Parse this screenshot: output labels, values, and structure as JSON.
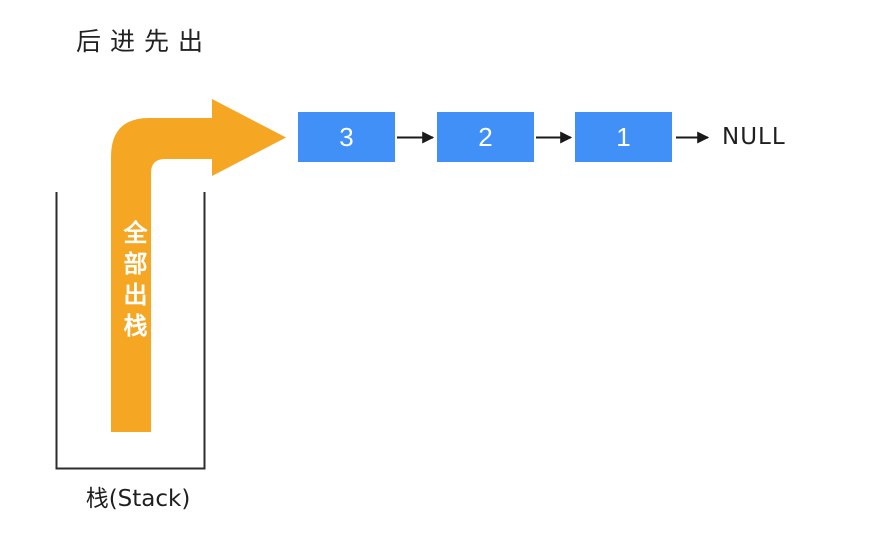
{
  "title": "后进先出",
  "colors": {
    "orange": "#F5A623",
    "blue": "#4190F7",
    "stroke": "#2d2d2d",
    "arrow": "#1a1a1a",
    "node_text": "#ffffff",
    "text": "#222222"
  },
  "stack": {
    "label": "栈(Stack)",
    "pop_annotation": "全部出栈"
  },
  "list": {
    "nodes": [
      {
        "value": "3"
      },
      {
        "value": "2"
      },
      {
        "value": "1"
      }
    ],
    "terminator": "NULL"
  }
}
